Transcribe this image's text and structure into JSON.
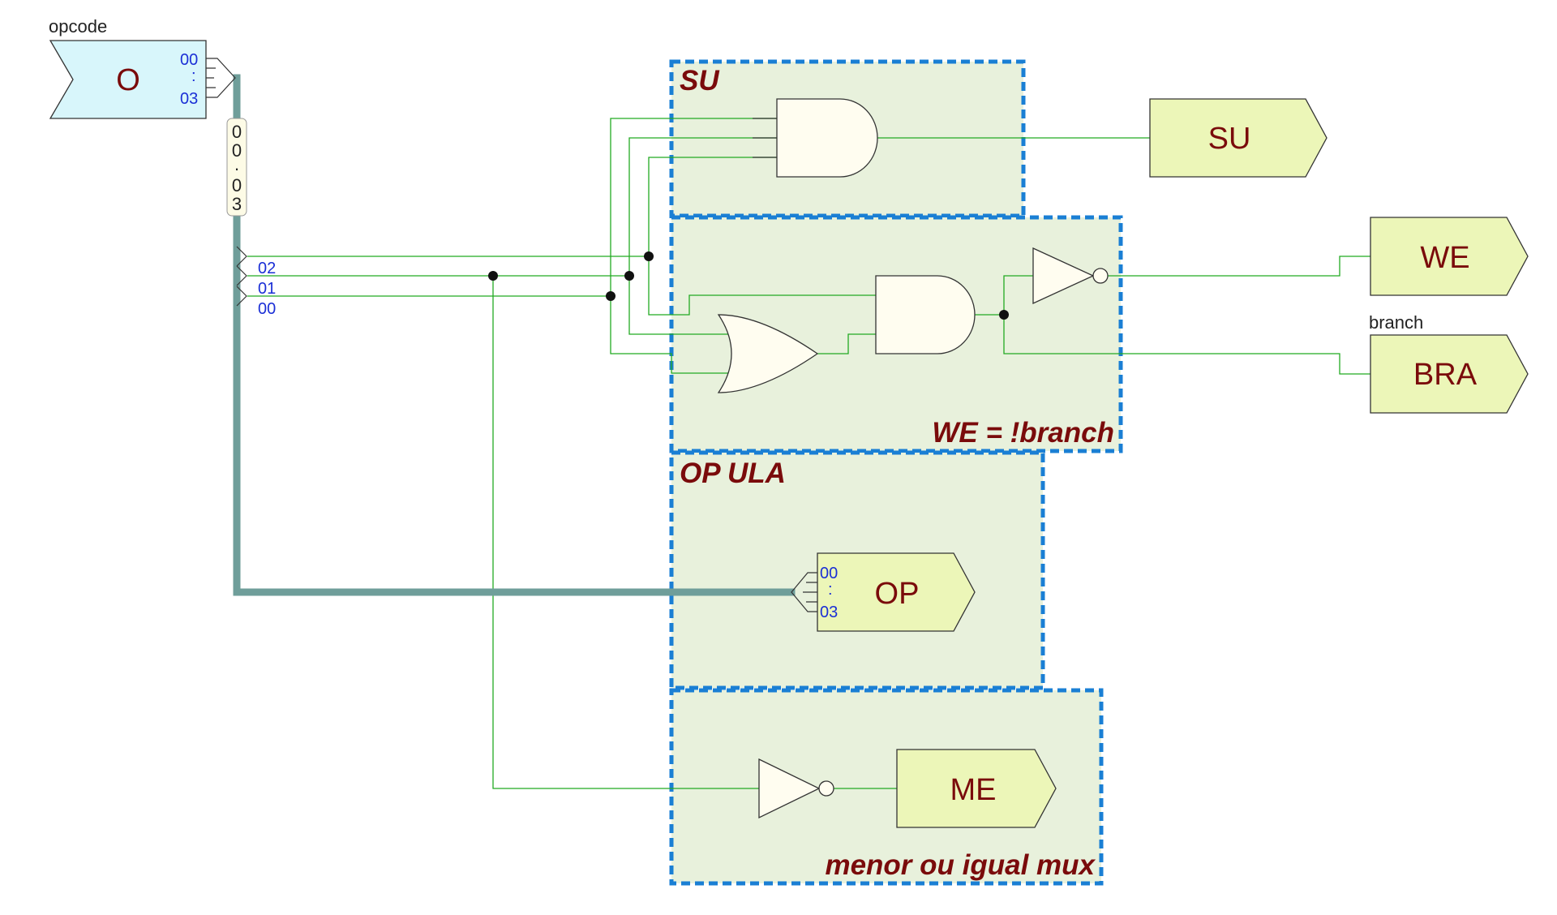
{
  "colors": {
    "wire": "#22aa22",
    "bus": "#6f9e9a",
    "box_border": "#1a7fd4",
    "box_fill": "#e8f1dc",
    "output_pin_fill": "#ecf6b8",
    "input_pin_fill": "#d8f6fb",
    "label_text": "#7a0b0b",
    "bit_text": "#1b2fd6"
  },
  "input": {
    "caption": "opcode",
    "label": "O",
    "bit_top": "00",
    "bit_colon": ":",
    "bit_bottom": "03"
  },
  "bus_label": {
    "chars": [
      "0",
      "0",
      ".",
      "0",
      "3"
    ]
  },
  "splitter_bits": [
    "02",
    "01",
    "00"
  ],
  "groups": {
    "su": {
      "title": "SU"
    },
    "we": {
      "caption": "WE = !branch"
    },
    "op_ula": {
      "title": "OP ULA"
    },
    "me": {
      "caption": "menor ou igual mux"
    }
  },
  "outputs": {
    "su": {
      "label": "SU"
    },
    "we": {
      "label": "WE"
    },
    "bra": {
      "label": "BRA",
      "caption": "branch"
    },
    "op": {
      "label": "OP",
      "bit_top": "00",
      "bit_colon": ":",
      "bit_bottom": "03"
    },
    "me": {
      "label": "ME"
    }
  }
}
